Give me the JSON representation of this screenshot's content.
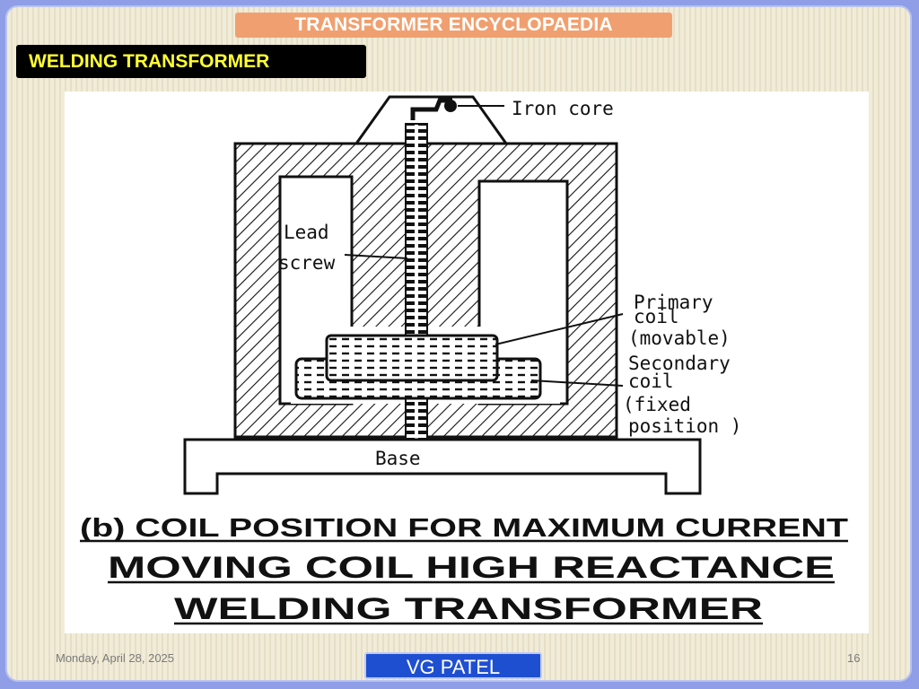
{
  "header": {
    "encyclopaedia_title": "TRANSFORMER ENCYCLOPAEDIA",
    "section_title": "WELDING TRANSFORMER"
  },
  "diagram": {
    "labels": {
      "iron_core": "Iron core",
      "lead": "Lead",
      "screw": "screw",
      "primary_line1": "Primary",
      "primary_line2": "coil",
      "primary_line3": "(movable)",
      "secondary_line1": "Secondary",
      "secondary_line2": "coil",
      "secondary_line3": "(fixed",
      "secondary_line4": "position )",
      "base": "Base"
    },
    "caption_b": "(b) COIL POSITION FOR MAXIMUM CURRENT",
    "caption_line1": "MOVING COIL HIGH REACTANCE",
    "caption_line2": "WELDING TRANSFORMER"
  },
  "footer": {
    "date": "Monday, April 28, 2025",
    "author": "VG PATEL",
    "page_number": "16"
  }
}
